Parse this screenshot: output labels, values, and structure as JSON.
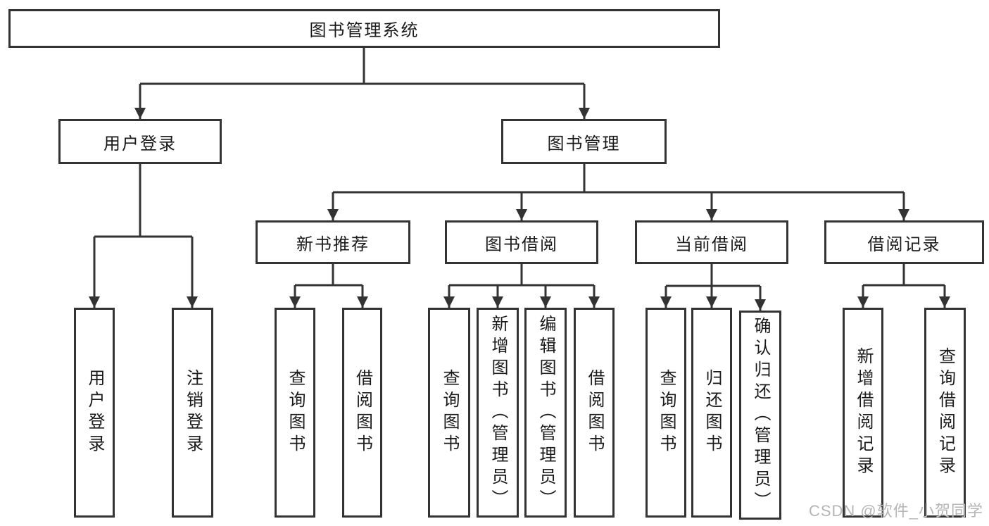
{
  "diagram": {
    "root": "图书管理系统",
    "branches": {
      "user_login": {
        "label": "用户登录",
        "children": {
          "login": "用户登录",
          "logout": "注销登录"
        }
      },
      "book_mgmt": {
        "label": "图书管理",
        "children": {
          "new_book_rec": {
            "label": "新书推荐",
            "children": {
              "query_books": "查询图书",
              "borrow_books": "借阅图书"
            }
          },
          "book_borrow": {
            "label": "图书借阅",
            "children": {
              "query_books": "查询图书",
              "add_books": "新增图书（管理员）",
              "edit_books": "编辑图书（管理员）",
              "borrow_books": "借阅图书"
            }
          },
          "current_borrow": {
            "label": "当前借阅",
            "children": {
              "query_books": "查询图书",
              "return_books": "归还图书",
              "confirm_return": "确认归还（管理员）"
            }
          },
          "borrow_records": {
            "label": "借阅记录",
            "children": {
              "add_record": "新增借阅记录",
              "query_record": "查询借阅记录"
            }
          }
        }
      }
    }
  },
  "watermark": "CSDN @软件_小贺同学",
  "colors": {
    "line": "#333333",
    "text": "#1a1a1a",
    "watermark": "#b5b5b5",
    "background": "#ffffff"
  }
}
